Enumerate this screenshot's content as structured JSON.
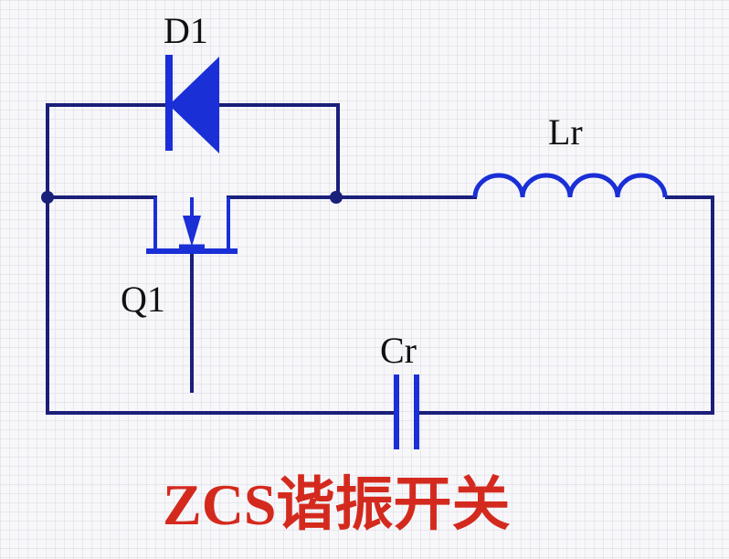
{
  "components": {
    "diode": {
      "label": "D1"
    },
    "inductor": {
      "label": "Lr"
    },
    "mosfet": {
      "label": "Q1"
    },
    "capacitor": {
      "label": "Cr"
    }
  },
  "caption": "ZCS谐振开关",
  "colors": {
    "wire": "#1a1f7a",
    "component": "#1a2fd6",
    "caption": "#d42a1e"
  }
}
